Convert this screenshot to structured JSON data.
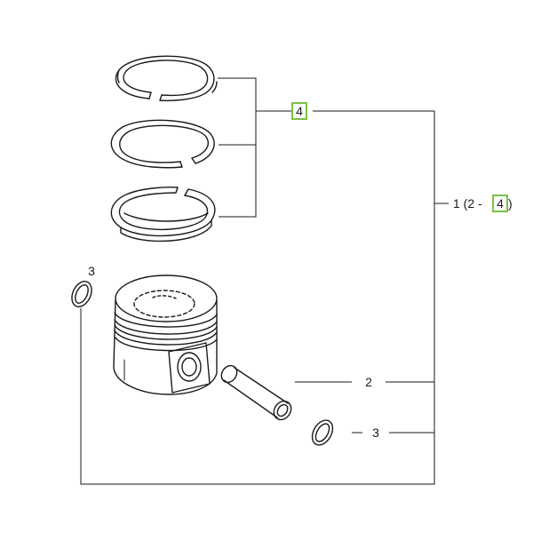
{
  "callouts": {
    "ring_set_label": "4",
    "assembly_prefix": "1 (2 -",
    "assembly_highlight": "4",
    "assembly_suffix": ")",
    "pin_label": "2",
    "snap_ring_right_label": "3",
    "snap_ring_left_label": "3"
  },
  "colors": {
    "line": "#1a1a1a",
    "highlight_border": "#7ac143",
    "background": "#ffffff"
  }
}
